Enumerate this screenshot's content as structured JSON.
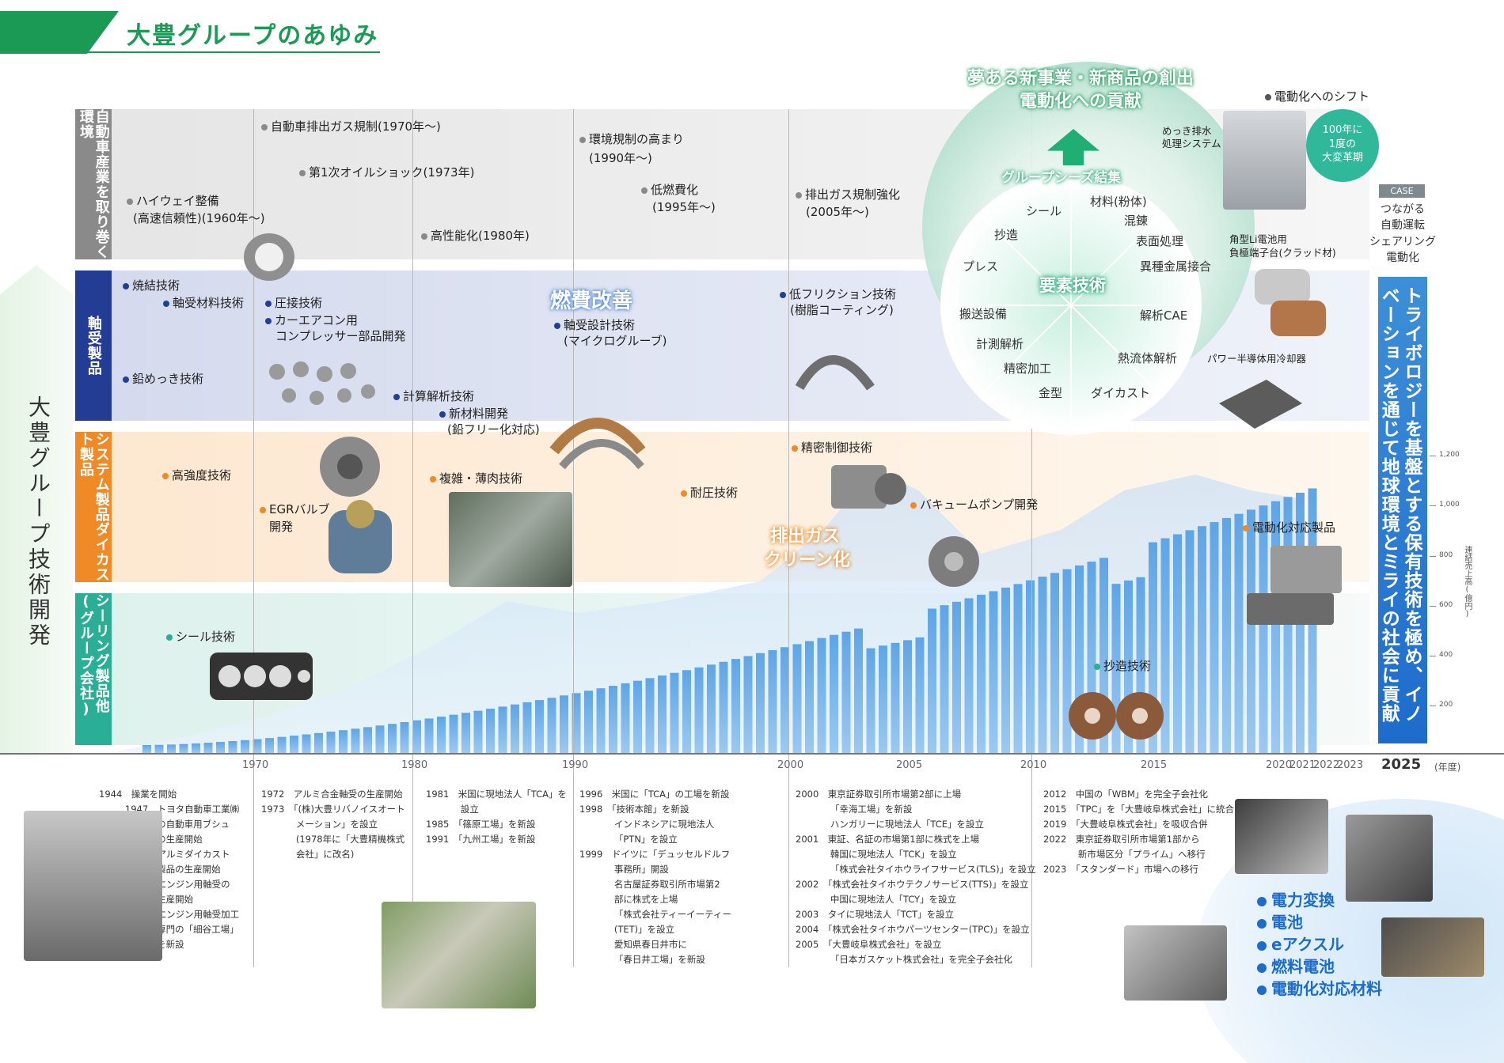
{
  "header": {
    "title": "大豊グループのあゆみ"
  },
  "left_title": "大豊グループ技術開発",
  "rows": {
    "env": "自動車産業を取り巻く環境",
    "bearing": "軸受製品",
    "system": "システム製品ダイカスト製品",
    "seal": "シーリング製品他(グループ会社)"
  },
  "env_items": [
    "ハイウェイ整備",
    "(高速信頼性)(1960年〜)",
    "自動車排出ガス規制(1970年〜)",
    "第1次オイルショック(1973年)",
    "高性能化(1980年)",
    "環境規制の高まり",
    "(1990年〜)",
    "低燃費化",
    "(1995年〜)",
    "排出ガス規制強化",
    "(2005年〜)"
  ],
  "bearing_items": [
    "焼結技術",
    "軸受材料技術",
    "圧接技術",
    "カーエアコン用",
    "コンプレッサー部品開発",
    "鉛めっき技術",
    "計算解析技術",
    "新材料開発",
    "(鉛フリー化対応)",
    "軸受設計技術",
    "(マイクログルーブ)",
    "低フリクション技術",
    "(樹脂コーティング)"
  ],
  "system_items": [
    "高強度技術",
    "EGRバルブ",
    "開発",
    "複雑・薄肉技術",
    "耐圧技術",
    "精密制御技術",
    "バキュームポンプ開発",
    "電動化対応製品"
  ],
  "seal_items": [
    "シール技術",
    "抄造技術"
  ],
  "highlights": {
    "fuel": "燃費改善",
    "exhaust1": "排出ガス",
    "exhaust2": "クリーン化"
  },
  "circle": {
    "top1": "夢ある新事業・新商品の創出",
    "top2": "電動化への貢献",
    "seeds": "グループシーズ結集",
    "core": "要素技術",
    "words": [
      "シール",
      "材料(粉体)",
      "混錬",
      "表面処理",
      "異種金属接合",
      "解析CAE",
      "熱流体解析",
      "ダイカスト",
      "金型",
      "精密加工",
      "計測解析",
      "搬送設備",
      "プレス",
      "抄造"
    ]
  },
  "right": {
    "shift": "電動化へのシフト",
    "plating1": "めっき排水",
    "plating2": "処理システム",
    "badge1": "100年に",
    "badge2": "1度の",
    "badge3": "大変革期",
    "case_tag": "CASE",
    "case_lines": [
      "つながる",
      "自動運転",
      "シェアリング",
      "電動化"
    ],
    "li1": "角型Li電池用",
    "li2": "負極端子台(クラッド材)",
    "power": "パワー半導体用冷却器",
    "tribology": "トライボロジーを基盤とする保有技術を極め、イノベーションを通じて地球環境とミライの社会に貢献"
  },
  "axis": {
    "years": [
      "1970",
      "1980",
      "1990",
      "2000",
      "2005",
      "2010",
      "2015",
      "2020",
      "2021",
      "2022",
      "2023"
    ],
    "final_year": "2025",
    "unit": "(年度)",
    "right_ticks": [
      "1,200",
      "1,000",
      "800",
      "600",
      "400",
      "200"
    ],
    "right_label": "連結売上高(億円)"
  },
  "history": {
    "col1": "1944　操業を開始\n         1947　トヨタ自動車工業㈱\n                    の自動車用ブシュ\n                    の生産開始\n         1958　アルミダイカスト\n                    製品の生産開始\n         1961　エンジン用軸受の\n                    生産開始\n         1969　エンジン用軸受加工\n                    専門の「細谷工場」\n                    を新設",
    "col2": "1972　アルミ合金軸受の生産開始\n1973　「(株)大豊リバノイスオート\n            メーション」を設立\n            (1978年に「大豊精機株式\n            会社」に改名)",
    "col3": "1981　米国に現地法人「TCA」を\n            設立\n1985　「篠原工場」を新設\n1991　「九州工場」を新設",
    "col4": "1996　米国に「TCA」の工場を新設\n1998　「技術本館」を新設\n            インドネシアに現地法人\n            「PTN」を設立\n1999　ドイツに「デュッセルドルフ\n            事務所」開設\n            名古屋証券取引所市場第2\n            部に株式を上場\n            「株式会社ティーイーティー\n            (TET)」を設立\n            愛知県春日井市に\n            「春日井工場」を新設",
    "col5": "2000　東京証券取引所市場第2部に上場\n            「幸海工場」を新設\n            ハンガリーに現地法人「TCE」を設立\n2001　東証、名証の市場第1部に株式を上場\n            韓国に現地法人「TCK」を設立\n            「株式会社タイホウライフサービス(TLS)」を設立\n2002　「株式会社タイホウテクノサービス(TTS)」を設立\n            中国に現地法人「TCY」を設立\n2003　タイに現地法人「TCT」を設立\n2004　「株式会社タイホウパーツセンター(TPC)」を設立\n2005　「大豊岐阜株式会社」を設立\n            「日本ガスケット株式会社」を完全子会社化",
    "col6": "2012　中国の「WBM」を完全子会社化\n2015　「TPC」を「大豊岐阜株式会社」に統合\n2019　「大豊岐阜株式会社」を吸収合併\n2022　東京証券取引所市場第1部から\n            新市場区分「プライム」へ移行\n2023　「スタンダード」市場への移行"
  },
  "products": [
    "電力変換",
    "電池",
    "eアクスル",
    "燃料電池",
    "電動化対応材料"
  ],
  "colors": {
    "green": "#1a9a55",
    "navy": "#233c94",
    "orange": "#ef8a26",
    "teal": "#2aae95",
    "blue": "#1d6ccc"
  }
}
